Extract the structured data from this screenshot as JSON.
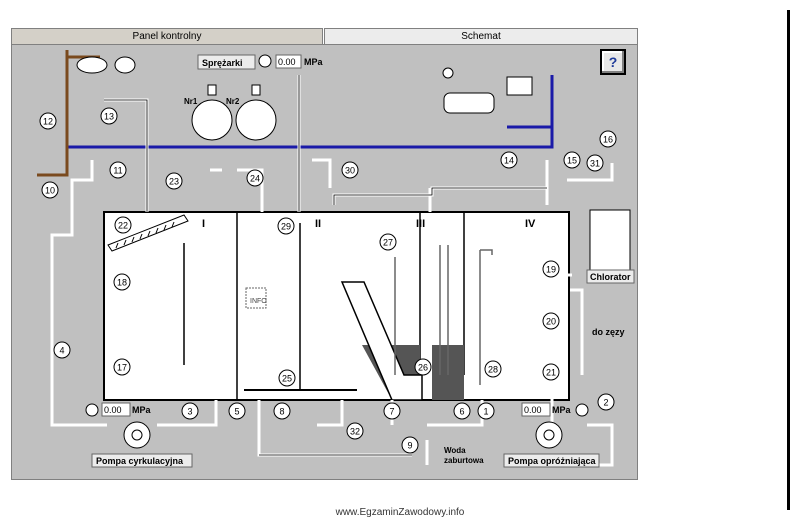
{
  "tabs": {
    "panel_label": "Panel kontrolny",
    "schemat_label": "Schemat"
  },
  "help_button_label": "?",
  "compressors": {
    "label": "Sprężarki",
    "unit1": "Nr1",
    "unit2": "Nr2",
    "pressure_value": "0.00",
    "pressure_unit": "MPa"
  },
  "pumps": {
    "circulation_label": "Pompa cyrkulacyjna",
    "circulation_pressure": "0.00",
    "circulation_unit": "MPa",
    "drain_label": "Pompa opróżniająca",
    "drain_pressure": "0.00",
    "drain_unit": "MPa"
  },
  "chambers": [
    "I",
    "II",
    "III",
    "IV"
  ],
  "labels": {
    "chlorator": "Chlorator",
    "do_zezy": "do zęzy",
    "woda_line1": "Woda",
    "woda_line2": "zaburtowa",
    "info_box": "INFO"
  },
  "valve_numbers": [
    "1",
    "2",
    "3",
    "4",
    "5",
    "6",
    "7",
    "8",
    "9",
    "10",
    "11",
    "12",
    "13",
    "14",
    "15",
    "16",
    "17",
    "18",
    "19",
    "20",
    "21",
    "22",
    "23",
    "24",
    "25",
    "26",
    "27",
    "28",
    "29",
    "30",
    "31",
    "32"
  ],
  "colors": {
    "panel_bg": "#c0c0c0",
    "tank_bg": "#ffffff",
    "blue_pipe": "#1a1aa8",
    "brown_pipe": "#7a4a1e",
    "dark_sludge": "#555555"
  },
  "footer": "www.EgzaminZawodowy.info"
}
